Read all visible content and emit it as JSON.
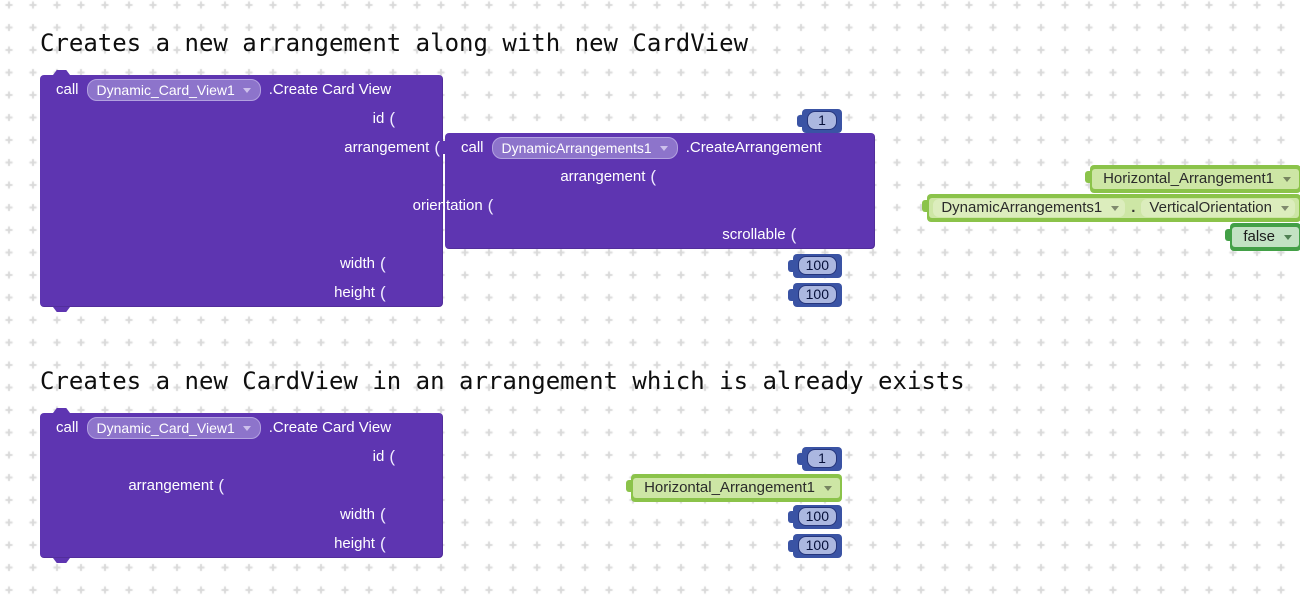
{
  "workspace": {
    "background_color": "#ffffff",
    "grid_plus_color": "#d9d9d9"
  },
  "colors": {
    "method_block_purple": "#5e35b1",
    "purple_dropdown_pill": "#8d74cb",
    "number_block_blue": "#3a53a4",
    "number_field_fill": "#abb7e0",
    "component_block_green": "#8bc34a",
    "component_fill": "#cde6a5",
    "logic_block_green": "#43a047",
    "logic_fill": "#c2e2c3"
  },
  "socket_glyph": "(",
  "sections": [
    {
      "heading": "Creates a new arrangement along with new CardView",
      "block": {
        "keyword": "call",
        "component": "Dynamic_Card_View1",
        "method": ".Create Card View",
        "params": {
          "id": "id",
          "arrangement": "arrangement",
          "width": "width",
          "height": "height"
        },
        "values": {
          "id": "1",
          "width": "100",
          "height": "100"
        },
        "arrangement_call": {
          "keyword": "call",
          "component": "DynamicArrangements1",
          "method": ".CreateArrangement",
          "params": {
            "arrangement": "arrangement",
            "orientation": "orientation",
            "scrollable": "scrollable"
          },
          "values": {
            "arrangement": "Horizontal_Arrangement1",
            "orientation_component": "DynamicArrangements1",
            "orientation_separator": ".",
            "orientation_value": "VerticalOrientation",
            "scrollable": "false"
          }
        }
      }
    },
    {
      "heading": "Creates a new CardView in an arrangement which is already exists",
      "block": {
        "keyword": "call",
        "component": "Dynamic_Card_View1",
        "method": ".Create Card View",
        "params": {
          "id": "id",
          "arrangement": "arrangement",
          "width": "width",
          "height": "height"
        },
        "values": {
          "id": "1",
          "arrangement": "Horizontal_Arrangement1",
          "width": "100",
          "height": "100"
        }
      }
    }
  ]
}
